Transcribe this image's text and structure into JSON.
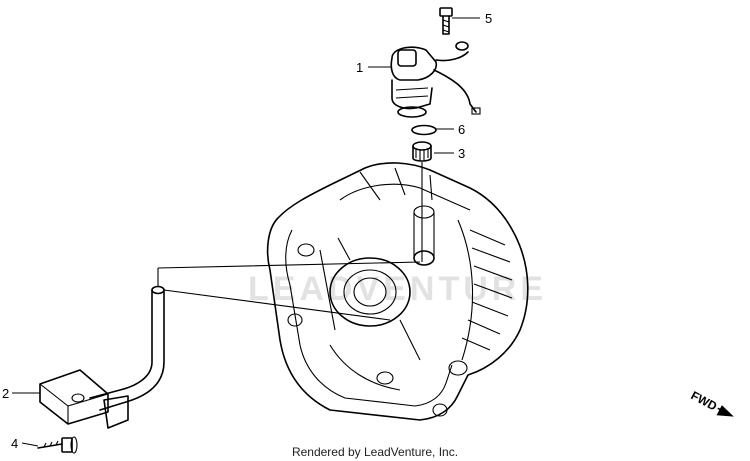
{
  "diagram": {
    "callouts": [
      {
        "id": "c1",
        "label": "1"
      },
      {
        "id": "c2",
        "label": "2"
      },
      {
        "id": "c3",
        "label": "3"
      },
      {
        "id": "c4",
        "label": "4"
      },
      {
        "id": "c5",
        "label": "5"
      },
      {
        "id": "c6",
        "label": "6"
      }
    ],
    "watermark": "LEADVENTURE",
    "direction_label": "FWD",
    "credit": "Rendered by LeadVenture, Inc."
  }
}
